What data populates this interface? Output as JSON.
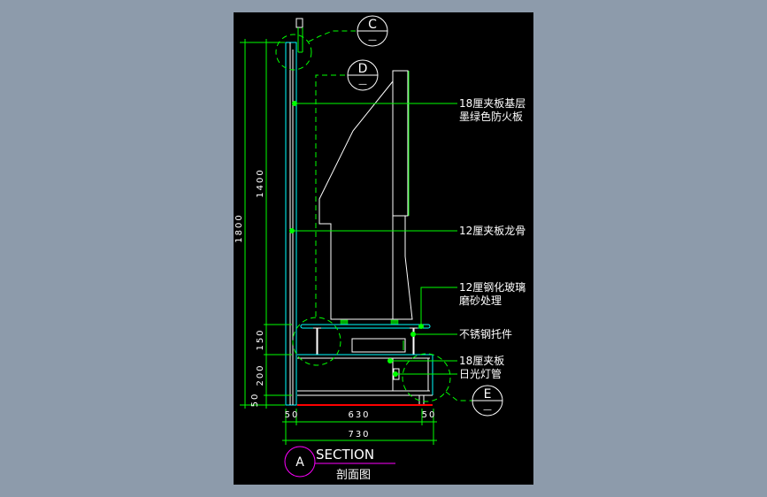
{
  "drawing": {
    "background_color": "#000000",
    "callouts": [
      {
        "line1": "18厘夹板基层",
        "line2": "墨绿色防火板"
      },
      {
        "line1": "12厘夹板龙骨"
      },
      {
        "line1": "12厘钢化玻璃",
        "line2": "磨砂处理"
      },
      {
        "line1": "不锈钢托件"
      },
      {
        "line1": "18厘夹板"
      },
      {
        "line1": "日光灯管"
      }
    ],
    "detail_bubbles": {
      "c": "C",
      "d": "D",
      "e": "E",
      "sub": "—"
    },
    "vertical_dims": {
      "total": "1800",
      "upper": "1400",
      "d150": "150",
      "d200": "200",
      "d50": "50"
    },
    "horizontal_dims": {
      "left": "50",
      "middle": "630",
      "right": "50",
      "total": "730"
    },
    "title": {
      "bubble": "A",
      "en": "SECTION",
      "zh": "剖面图"
    },
    "colors": {
      "dimension": "#00ff00",
      "wall": "#00ffff",
      "title_mark": "#ff00ff",
      "floor": "#ff0000"
    }
  }
}
